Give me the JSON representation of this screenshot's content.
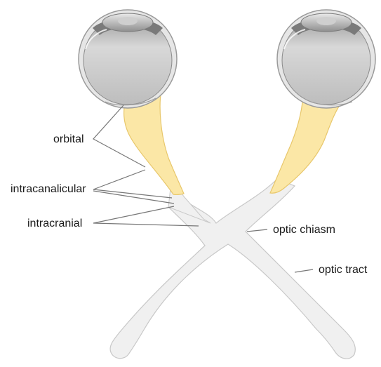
{
  "labels": {
    "orbital": "orbital",
    "intracanalicular": "intracanalicular",
    "intracranial": "intracranial",
    "optic_chiasm": "optic chiasm",
    "optic_tract": "optic tract"
  },
  "colors": {
    "nerve_fill": "#f0f0f0",
    "nerve_outline": "#c8c8c8",
    "orbital_segment": "#fbe7a6",
    "orbital_outline": "#e8c76b",
    "eye_sclera": "#c8c8c8",
    "eye_outline": "#8a8a8a",
    "leader_line": "#777777"
  }
}
